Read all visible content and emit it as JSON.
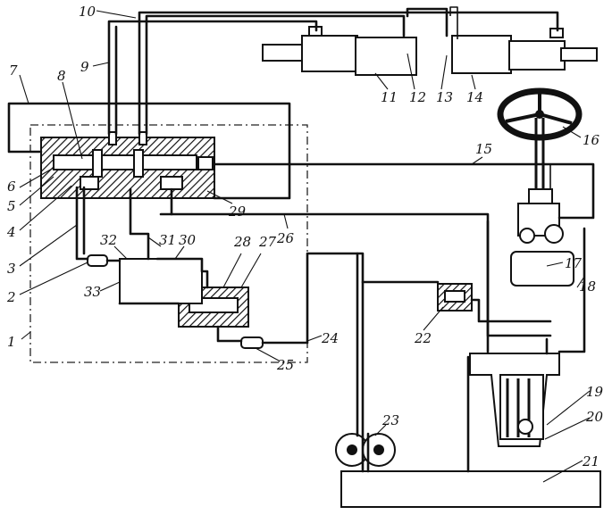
{
  "labels": {
    "n1": "1",
    "n2": "2",
    "n3": "3",
    "n4": "4",
    "n5": "5",
    "n6": "6",
    "n7": "7",
    "n8": "8",
    "n9": "9",
    "n10": "10",
    "n11": "11",
    "n12": "12",
    "n13": "13",
    "n14": "14",
    "n15": "15",
    "n16": "16",
    "n17": "17",
    "n18": "18",
    "n19": "19",
    "n20": "20",
    "n21": "21",
    "n22": "22",
    "n23": "23",
    "n24": "24",
    "n25": "25",
    "n26": "26",
    "n27": "27",
    "n28": "28",
    "n29": "29",
    "n30": "30",
    "n31": "31",
    "n32": "32",
    "n33": "33"
  },
  "colors": {
    "ink": "#111111",
    "paper": "#ffffff"
  }
}
